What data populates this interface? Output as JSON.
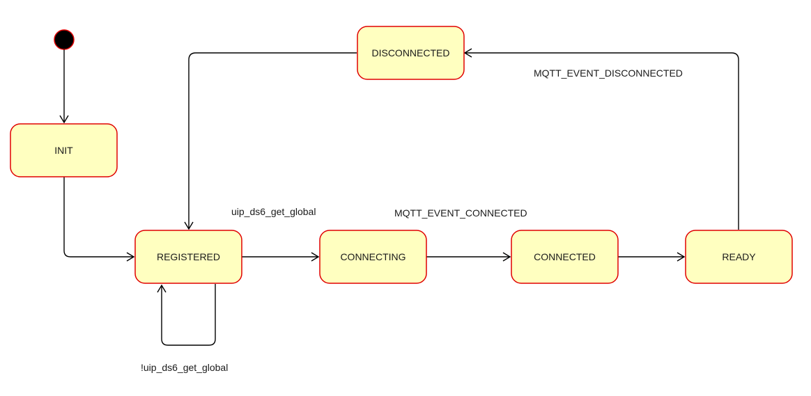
{
  "states": {
    "init": "INIT",
    "registered": "REGISTERED",
    "connecting": "CONNECTING",
    "connected": "CONNECTED",
    "ready": "READY",
    "disconnected": "DISCONNECTED"
  },
  "transitions": {
    "registered_to_connecting": "uip_ds6_get_global",
    "connecting_to_connected": "MQTT_EVENT_CONNECTED",
    "registered_self_loop": "!uip_ds6_get_global",
    "ready_to_disconnected": "MQTT_EVENT_DISCONNECTED"
  },
  "colors": {
    "state_fill": "#ffffc0",
    "state_border": "#e00000",
    "initial_node": "#000000",
    "initial_node_border": "#e00000",
    "edge": "#000000"
  }
}
